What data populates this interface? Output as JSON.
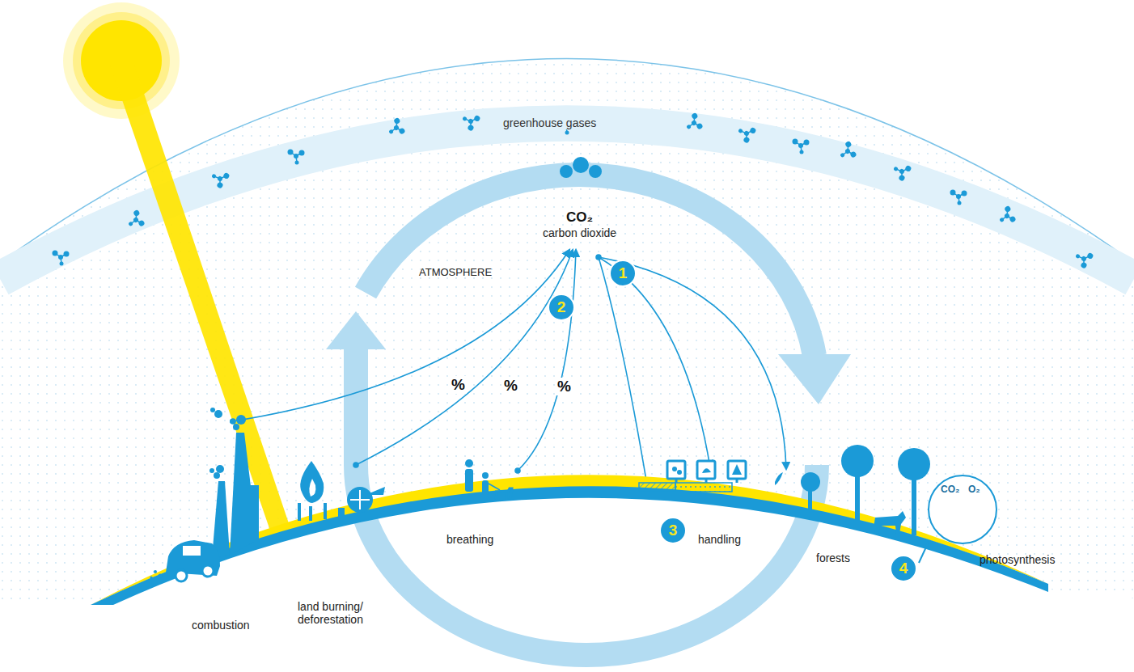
{
  "diagram": {
    "nodes": [
      {
        "text": [
          "1"
        ]
      },
      {
        "text": [
          "2"
        ]
      },
      {
        "text": [
          "3"
        ]
      },
      {
        "text": [
          "4"
        ]
      },
      {
        "text": [
          "CO₂",
          "O₂"
        ]
      }
    ],
    "labels": [
      "greenhouse gases",
      "CO₂",
      "carbon dioxide",
      "ATMOSPHERE",
      "%",
      "%",
      "%",
      "combustion",
      "land burning/ deforestation",
      "breathing",
      "handling",
      "forests",
      "photosynthesis"
    ]
  }
}
